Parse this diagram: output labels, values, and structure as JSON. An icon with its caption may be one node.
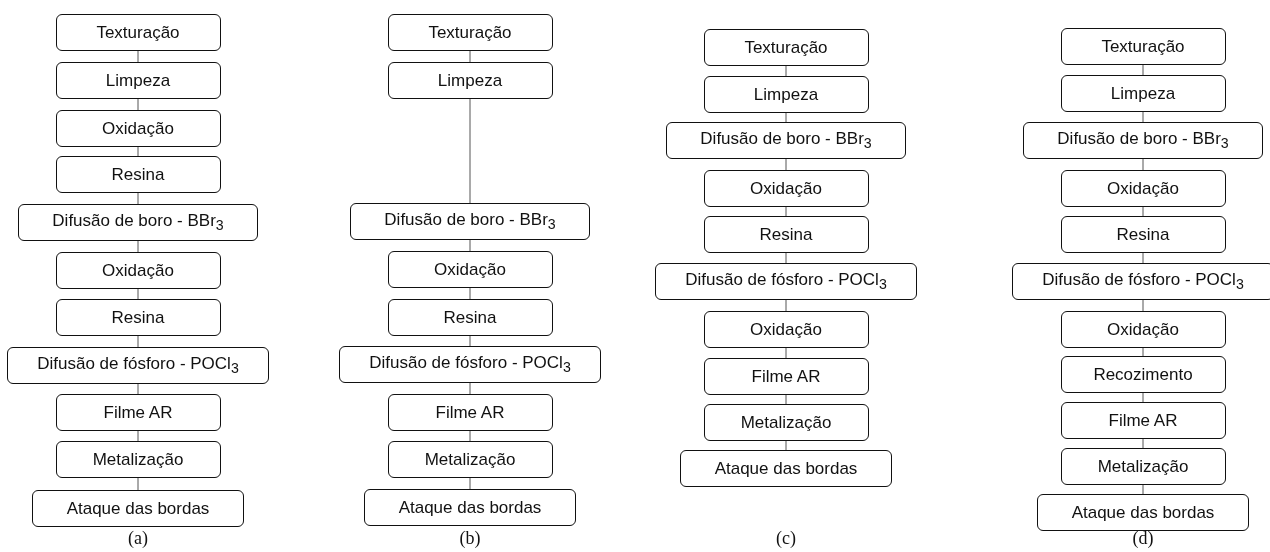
{
  "diagram": {
    "nodes": [
      {
        "text": [
          "Texturação"
        ]
      },
      {
        "text": [
          "Limpeza"
        ]
      },
      {
        "text": [
          "Oxidação"
        ]
      },
      {
        "text": [
          "Resina"
        ]
      },
      {
        "text": [
          "Difusão de boro - BBr$_{3}$"
        ]
      },
      {
        "text": [
          "Oxidação"
        ]
      },
      {
        "text": [
          "Resina"
        ]
      },
      {
        "text": [
          "Difusão de fósforo - POCl$_{3}$"
        ]
      },
      {
        "text": [
          "Filme AR"
        ]
      },
      {
        "text": [
          "Metalização"
        ]
      },
      {
        "text": [
          "Ataque das bordas"
        ]
      },
      {
        "text": [
          "Texturação"
        ]
      },
      {
        "text": [
          "Limpeza"
        ]
      },
      {
        "text": [
          "Difusão de boro - BBr$_{3}$"
        ]
      },
      {
        "text": [
          "Oxidação"
        ]
      },
      {
        "text": [
          "Resina"
        ]
      },
      {
        "text": [
          "Difusão de fósforo - POCl$_{3}$"
        ]
      },
      {
        "text": [
          "Filme AR"
        ]
      },
      {
        "text": [
          "Metalização"
        ]
      },
      {
        "text": [
          "Ataque das bordas"
        ]
      },
      {
        "text": [
          "Texturação"
        ]
      },
      {
        "text": [
          "Limpeza"
        ]
      },
      {
        "text": [
          "Difusão de boro - BBr$_{3}$"
        ]
      },
      {
        "text": [
          "Oxidação"
        ]
      },
      {
        "text": [
          "Resina"
        ]
      },
      {
        "text": [
          "Difusão de fósforo - POCl$_{3}$"
        ]
      },
      {
        "text": [
          "Oxidação"
        ]
      },
      {
        "text": [
          "Filme AR"
        ]
      },
      {
        "text": [
          "Metalização"
        ]
      },
      {
        "text": [
          "Ataque das bordas"
        ]
      },
      {
        "text": [
          "Texturação"
        ]
      },
      {
        "text": [
          "Limpeza"
        ]
      },
      {
        "text": [
          "Difusão de boro - BBr$_{3}$"
        ]
      },
      {
        "text": [
          "Oxidação"
        ]
      },
      {
        "text": [
          "Resina"
        ]
      },
      {
        "text": [
          "Difusão de fósforo - POCl$_{3}$"
        ]
      },
      {
        "text": [
          "Oxidação"
        ]
      },
      {
        "text": [
          "Recozimento"
        ]
      },
      {
        "text": [
          "Filme AR"
        ]
      },
      {
        "text": [
          "Metalização"
        ]
      },
      {
        "text": [
          "Ataque das bordas"
        ]
      }
    ],
    "edges": [
      {
        "from": 0,
        "to": 1,
        "arrow": "none"
      },
      {
        "from": 1,
        "to": 2,
        "arrow": "none"
      },
      {
        "from": 2,
        "to": 3,
        "arrow": "none"
      },
      {
        "from": 3,
        "to": 4,
        "arrow": "none"
      },
      {
        "from": 4,
        "to": 5,
        "arrow": "none"
      },
      {
        "from": 5,
        "to": 6,
        "arrow": "none"
      },
      {
        "from": 6,
        "to": 7,
        "arrow": "none"
      },
      {
        "from": 7,
        "to": 8,
        "arrow": "none"
      },
      {
        "from": 8,
        "to": 9,
        "arrow": "none"
      },
      {
        "from": 9,
        "to": 10,
        "arrow": "none"
      },
      {
        "from": 11,
        "to": 12,
        "arrow": "none"
      },
      {
        "from": 12,
        "to": 13,
        "arrow": "none"
      },
      {
        "from": 13,
        "to": 14,
        "arrow": "none"
      },
      {
        "from": 14,
        "to": 15,
        "arrow": "none"
      },
      {
        "from": 15,
        "to": 16,
        "arrow": "none"
      },
      {
        "from": 16,
        "to": 17,
        "arrow": "none"
      },
      {
        "from": 17,
        "to": 18,
        "arrow": "none"
      },
      {
        "from": 18,
        "to": 19,
        "arrow": "none"
      },
      {
        "from": 20,
        "to": 21,
        "arrow": "none"
      },
      {
        "from": 21,
        "to": 22,
        "arrow": "none"
      },
      {
        "from": 22,
        "to": 23,
        "arrow": "none"
      },
      {
        "from": 23,
        "to": 24,
        "arrow": "none"
      },
      {
        "from": 24,
        "to": 25,
        "arrow": "none"
      },
      {
        "from": 25,
        "to": 26,
        "arrow": "none"
      },
      {
        "from": 26,
        "to": 27,
        "arrow": "none"
      },
      {
        "from": 27,
        "to": 28,
        "arrow": "none"
      },
      {
        "from": 28,
        "to": 29,
        "arrow": "none"
      },
      {
        "from": 30,
        "to": 31,
        "arrow": "none"
      },
      {
        "from": 31,
        "to": 32,
        "arrow": "none"
      },
      {
        "from": 32,
        "to": 33,
        "arrow": "none"
      },
      {
        "from": 33,
        "to": 34,
        "arrow": "none"
      },
      {
        "from": 34,
        "to": 35,
        "arrow": "none"
      },
      {
        "from": 35,
        "to": 36,
        "arrow": "none"
      },
      {
        "from": 36,
        "to": 37,
        "arrow": "none"
      },
      {
        "from": 37,
        "to": 38,
        "arrow": "none"
      },
      {
        "from": 38,
        "to": 39,
        "arrow": "none"
      },
      {
        "from": 39,
        "to": 40,
        "arrow": "none"
      }
    ],
    "labels": [
      "(a)",
      "(b)",
      "(c)",
      "(d)"
    ]
  }
}
